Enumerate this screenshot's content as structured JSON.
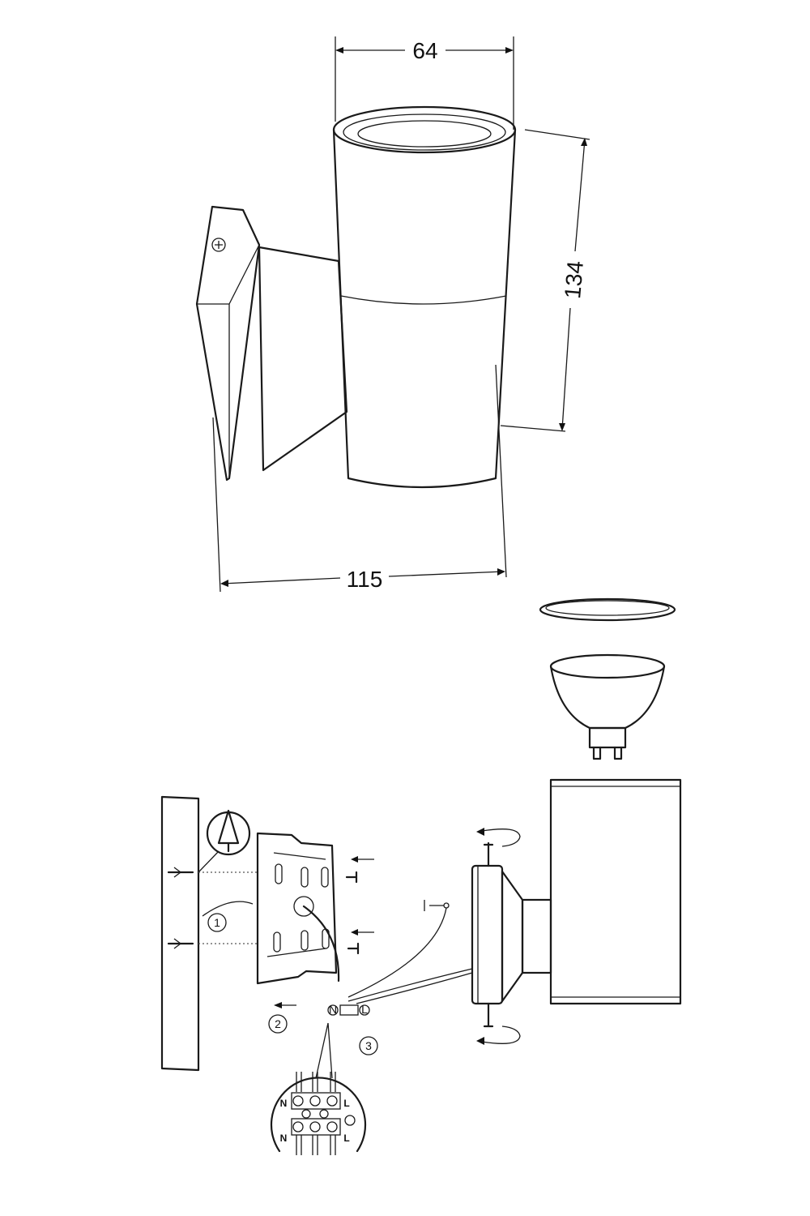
{
  "dimensions": {
    "width": "64",
    "height": "134",
    "depth": "115"
  },
  "steps": [
    "1",
    "2",
    "3"
  ],
  "terminal_labels": {
    "neutral": "N",
    "live": "L"
  },
  "wiring_inset": {
    "top_left": "N",
    "top_right": "L",
    "bottom_left": "N",
    "bottom_right": "L"
  }
}
